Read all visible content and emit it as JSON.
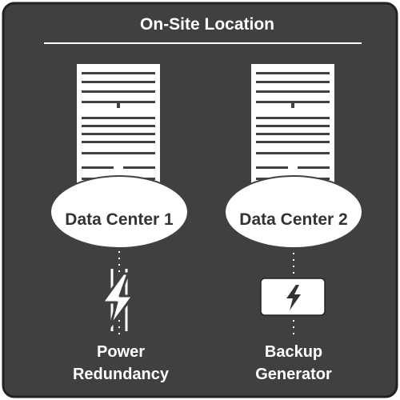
{
  "title": "On-Site Location",
  "data_centers": [
    {
      "label": "Data Center 1"
    },
    {
      "label": "Data Center 2"
    }
  ],
  "features": {
    "power_redundancy": {
      "line1": "Power",
      "line2": "Redundancy",
      "icon": "lightning-bolt-icon"
    },
    "backup_generator": {
      "line1": "Backup",
      "line2": "Generator",
      "icon": "lightning-bolt-icon"
    }
  },
  "colors": {
    "background": "#404040",
    "border": "#222222",
    "foreground": "#ffffff",
    "ink": "#333333"
  }
}
